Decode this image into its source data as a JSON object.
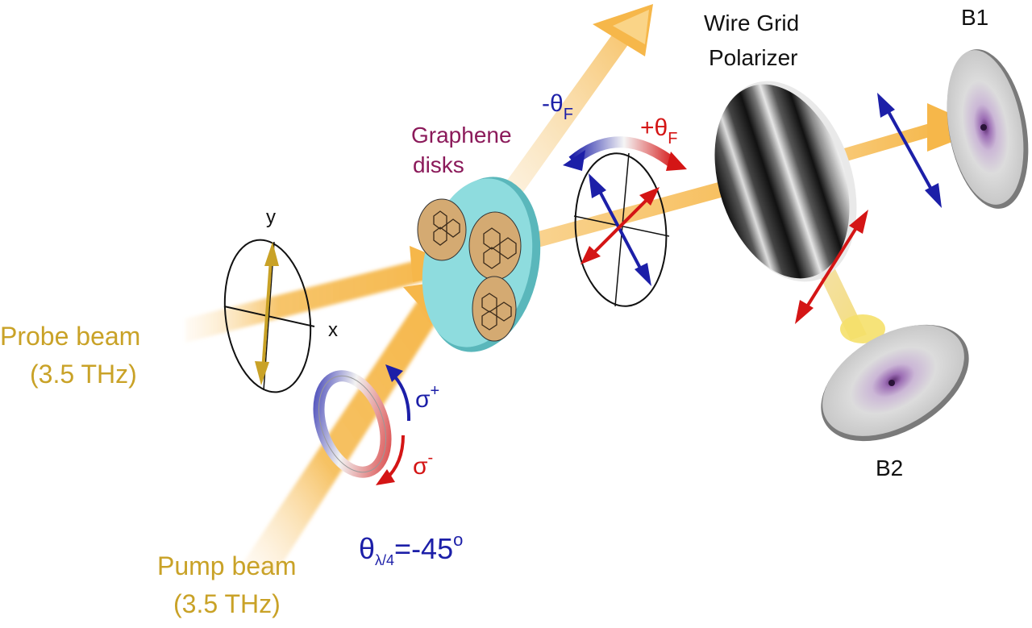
{
  "labels": {
    "probe_beam_line1": "Probe beam",
    "probe_beam_line2": "(3.5 THz)",
    "pump_beam_line1": "Pump beam",
    "pump_beam_line2": "(3.5 THz)",
    "graphene_line1": "Graphene",
    "graphene_line2": "disks",
    "wire_grid_line1": "Wire Grid",
    "wire_grid_line2": "Polarizer",
    "detector_b1": "B1",
    "detector_b2": "B2",
    "axis_x": "x",
    "axis_y": "y",
    "sigma_plus": "σ",
    "sigma_plus_sup": "+",
    "sigma_minus": "σ",
    "sigma_minus_sup": "-",
    "theta_minus": "-θ",
    "theta_minus_sub": "F",
    "theta_plus": "+θ",
    "theta_plus_sub": "F",
    "qwp_theta": "θ",
    "qwp_sub": "λ/4",
    "qwp_value": "=-45",
    "qwp_sup": "o"
  },
  "colors": {
    "beam": "#f7b84b",
    "beam_text": "#c9a227",
    "graphene_text": "#8b1a5a",
    "blue": "#1c1fa8",
    "red": "#d41515",
    "disk_face": "#7fd6d8",
    "hexagon_fill": "#d9b07a"
  }
}
